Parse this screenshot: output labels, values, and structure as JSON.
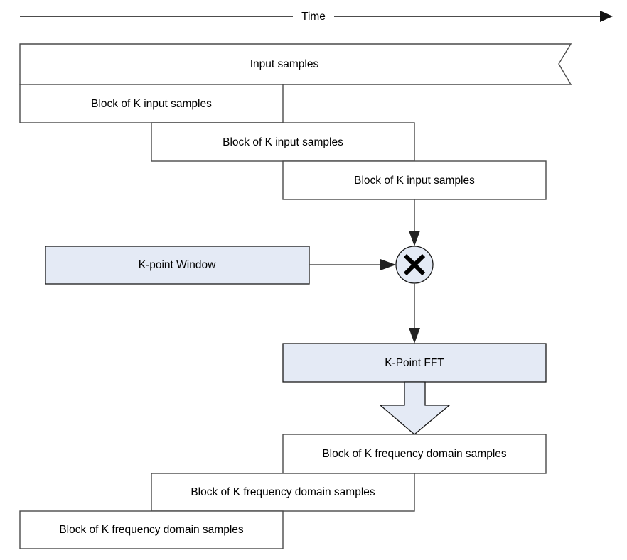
{
  "diagram": {
    "title_axis": "Time",
    "colors": {
      "shaded_fill": "#e4eaf5",
      "box_fill": "#ffffff",
      "box_border": "#4a4a4a",
      "connector": "#4f4f4f",
      "text": "#000000"
    },
    "timeline": {
      "label": "Time",
      "direction": "left-to-right"
    },
    "stream_box": {
      "label": "Input samples",
      "edge_style": "torn-zigzag-right"
    },
    "input_blocks": [
      {
        "label": "Block of K input samples"
      },
      {
        "label": "Block of K input samples"
      },
      {
        "label": "Block of K input samples"
      }
    ],
    "window_box": {
      "label": "K-point Window"
    },
    "multiplier": {
      "label": "×",
      "name": "multiply-operator"
    },
    "fft_box": {
      "label": "K-Point FFT"
    },
    "output_blocks": [
      {
        "label": "Block of K frequency domain samples"
      },
      {
        "label": "Block of K frequency domain samples"
      },
      {
        "label": "Block of K frequency domain samples"
      }
    ]
  }
}
